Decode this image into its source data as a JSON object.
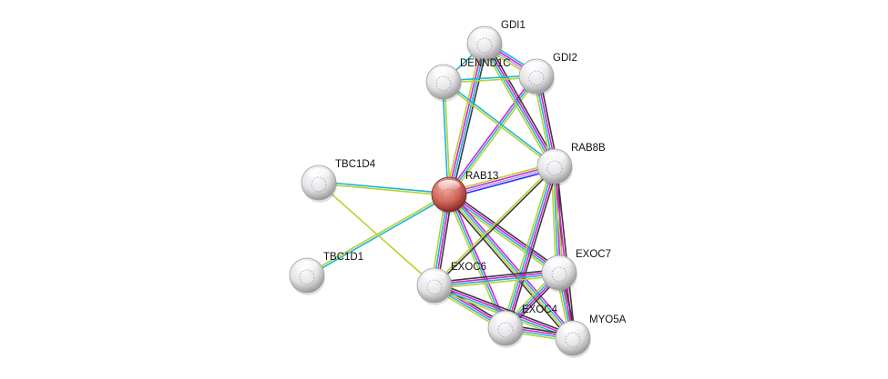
{
  "network": {
    "query_node": "RAB13",
    "nodes": [
      {
        "id": "RAB13",
        "label": "RAB13",
        "query": true
      },
      {
        "id": "GDI1",
        "label": "GDI1"
      },
      {
        "id": "DENND1C",
        "label": "DENND1C"
      },
      {
        "id": "GDI2",
        "label": "GDI2"
      },
      {
        "id": "RAB8B",
        "label": "RAB8B"
      },
      {
        "id": "TBC1D4",
        "label": "TBC1D4"
      },
      {
        "id": "TBC1D1",
        "label": "TBC1D1"
      },
      {
        "id": "EXOC6",
        "label": "EXOC6"
      },
      {
        "id": "EXOC7",
        "label": "EXOC7"
      },
      {
        "id": "EXOC4",
        "label": "EXOC4"
      },
      {
        "id": "MYO5A",
        "label": "MYO5A"
      }
    ],
    "evidence_colors": {
      "textmining": "#b5d334",
      "database": "#1fb4d8",
      "experiments": "#d920d9",
      "coexpression": "#3a3a3a",
      "homology": "#a9a0ee",
      "cooccurrence": "#2436f0"
    },
    "edges": [
      {
        "a": "RAB13",
        "b": "GDI1",
        "evidence": [
          "textmining",
          "experiments",
          "database",
          "coexpression"
        ]
      },
      {
        "a": "RAB13",
        "b": "GDI2",
        "evidence": [
          "experiments",
          "database",
          "textmining"
        ]
      },
      {
        "a": "RAB13",
        "b": "DENND1C",
        "evidence": [
          "database",
          "textmining"
        ]
      },
      {
        "a": "RAB13",
        "b": "RAB8B",
        "evidence": [
          "textmining",
          "experiments",
          "homology",
          "cooccurrence"
        ]
      },
      {
        "a": "RAB13",
        "b": "TBC1D4",
        "evidence": [
          "textmining",
          "database"
        ]
      },
      {
        "a": "RAB13",
        "b": "TBC1D1",
        "evidence": [
          "database",
          "textmining"
        ]
      },
      {
        "a": "RAB13",
        "b": "EXOC6",
        "evidence": [
          "coexpression",
          "experiments",
          "database",
          "textmining"
        ]
      },
      {
        "a": "RAB13",
        "b": "EXOC7",
        "evidence": [
          "coexpression",
          "experiments",
          "database",
          "textmining"
        ]
      },
      {
        "a": "RAB13",
        "b": "EXOC4",
        "evidence": [
          "experiments",
          "database",
          "textmining"
        ]
      },
      {
        "a": "RAB13",
        "b": "MYO5A",
        "evidence": [
          "experiments",
          "database",
          "textmining",
          "coexpression"
        ]
      },
      {
        "a": "GDI1",
        "b": "GDI2",
        "evidence": [
          "database",
          "experiments",
          "homology",
          "textmining"
        ]
      },
      {
        "a": "GDI1",
        "b": "RAB8B",
        "evidence": [
          "coexpression",
          "experiments",
          "database",
          "textmining"
        ]
      },
      {
        "a": "GDI1",
        "b": "DENND1C",
        "evidence": [
          "database"
        ]
      },
      {
        "a": "DENND1C",
        "b": "GDI2",
        "evidence": [
          "database",
          "textmining"
        ]
      },
      {
        "a": "DENND1C",
        "b": "RAB8B",
        "evidence": [
          "database",
          "textmining"
        ]
      },
      {
        "a": "GDI2",
        "b": "RAB8B",
        "evidence": [
          "coexpression",
          "experiments",
          "database",
          "textmining"
        ]
      },
      {
        "a": "RAB8B",
        "b": "EXOC6",
        "evidence": [
          "coexpression",
          "textmining"
        ]
      },
      {
        "a": "RAB8B",
        "b": "EXOC7",
        "evidence": [
          "coexpression",
          "experiments",
          "database",
          "textmining"
        ]
      },
      {
        "a": "RAB8B",
        "b": "EXOC4",
        "evidence": [
          "coexpression",
          "experiments",
          "database",
          "textmining"
        ]
      },
      {
        "a": "RAB8B",
        "b": "MYO5A",
        "evidence": [
          "coexpression",
          "experiments",
          "textmining"
        ]
      },
      {
        "a": "TBC1D4",
        "b": "EXOC6",
        "evidence": [
          "textmining"
        ]
      },
      {
        "a": "EXOC6",
        "b": "EXOC7",
        "evidence": [
          "coexpression",
          "experiments",
          "database",
          "textmining"
        ]
      },
      {
        "a": "EXOC6",
        "b": "EXOC4",
        "evidence": [
          "coexpression",
          "experiments",
          "database",
          "textmining"
        ]
      },
      {
        "a": "EXOC6",
        "b": "MYO5A",
        "evidence": [
          "coexpression",
          "experiments",
          "database",
          "textmining"
        ]
      },
      {
        "a": "EXOC7",
        "b": "EXOC4",
        "evidence": [
          "coexpression",
          "experiments",
          "database",
          "textmining"
        ]
      },
      {
        "a": "EXOC7",
        "b": "MYO5A",
        "evidence": [
          "coexpression",
          "experiments",
          "database",
          "textmining"
        ]
      },
      {
        "a": "EXOC4",
        "b": "MYO5A",
        "evidence": [
          "coexpression",
          "experiments",
          "database",
          "textmining"
        ]
      }
    ]
  }
}
